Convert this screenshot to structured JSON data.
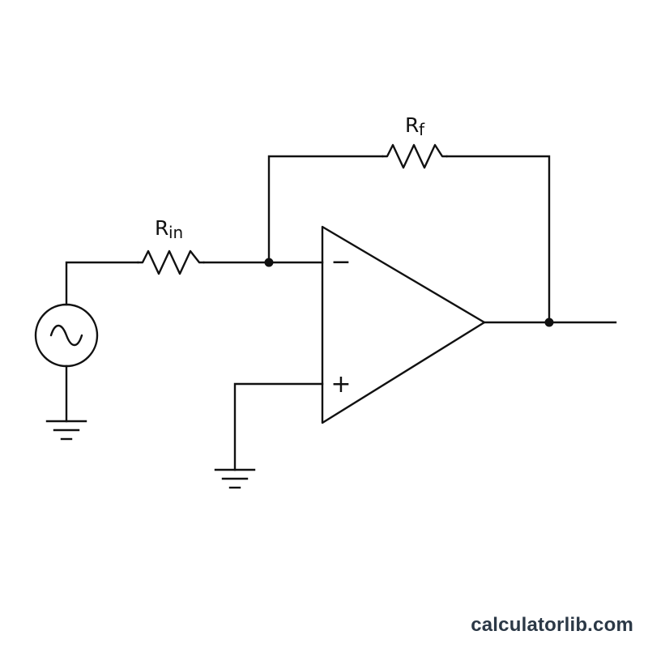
{
  "diagram": {
    "resistor_in": {
      "letter": "R",
      "subscript": "in"
    },
    "resistor_f": {
      "letter": "R",
      "subscript": "f"
    },
    "inverting_input_symbol": "−",
    "noninverting_input_symbol": "+",
    "source_icon": "ac-voltage-source-icon",
    "ground_icon": "ground-icon",
    "stroke_color": "#111111"
  },
  "footer": {
    "watermark": "calculatorlib.com",
    "watermark_color": "#2b3846"
  }
}
